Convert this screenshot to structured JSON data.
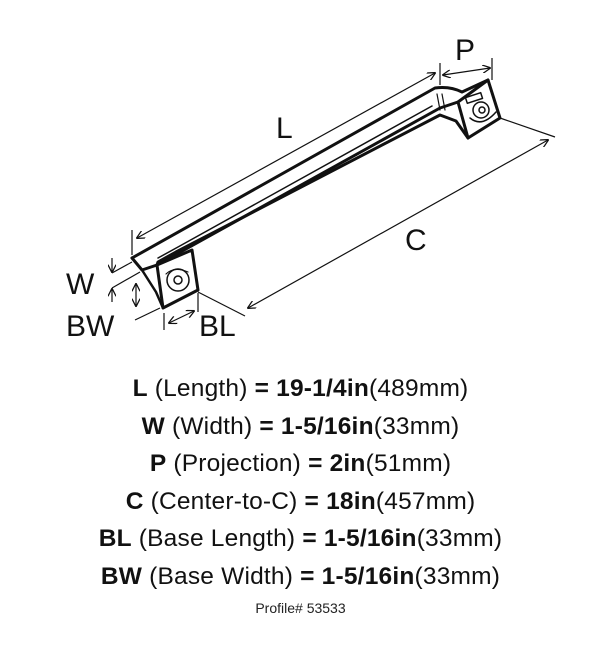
{
  "diagram": {
    "labels": {
      "L": "L",
      "P": "P",
      "C": "C",
      "W": "W",
      "BW": "BW",
      "BL": "BL"
    }
  },
  "specs": [
    {
      "key": "L",
      "name": "(Length)",
      "eq": "=",
      "imperial": "19-1/4in",
      "metric": "(489mm)"
    },
    {
      "key": "W",
      "name": "(Width)",
      "eq": "=",
      "imperial": "1-5/16in",
      "metric": "(33mm)"
    },
    {
      "key": "P",
      "name": "(Projection)",
      "eq": "=",
      "imperial": "2in",
      "metric": "(51mm)"
    },
    {
      "key": "C",
      "name": "(Center-to-C)",
      "eq": "=",
      "imperial": "18in",
      "metric": "(457mm)"
    },
    {
      "key": "BL",
      "name": "(Base Length)",
      "eq": "=",
      "imperial": "1-5/16in",
      "metric": "(33mm)"
    },
    {
      "key": "BW",
      "name": "(Base Width)",
      "eq": "=",
      "imperial": "1-5/16in",
      "metric": "(33mm)"
    }
  ],
  "profile": "Profile# 53533"
}
